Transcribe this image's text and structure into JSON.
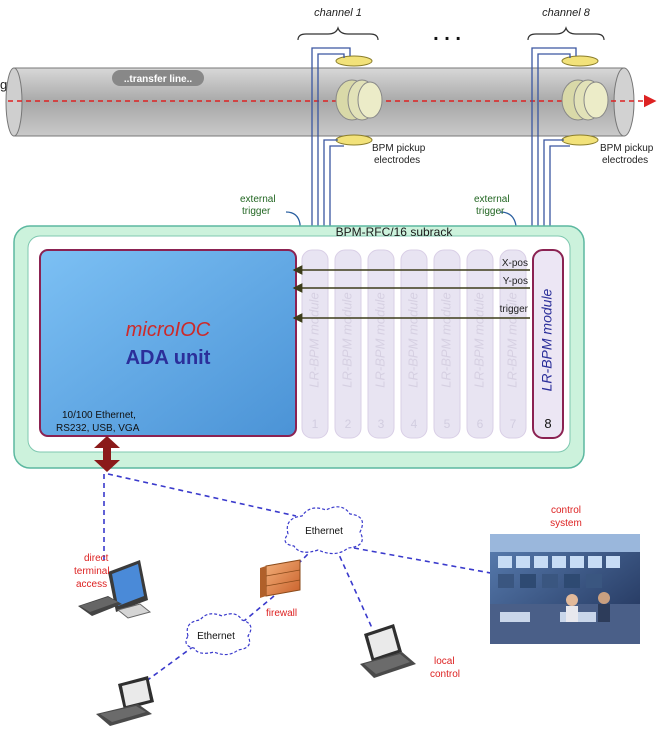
{
  "labels": {
    "channel_first": "channel 1",
    "channel_last": "channel 8",
    "ellipsis": ". . .",
    "transfer_line": "..transfer line..",
    "edge_letter": "g",
    "bpm_pickup_line1": "BPM pickup",
    "bpm_pickup_line2": "electrodes",
    "external": "external",
    "trigger": "trigger",
    "subrack": "BPM-RFC/16 subrack",
    "x_pos": "X-pos",
    "y_pos": "Y-pos",
    "trigger_signal": "trigger",
    "microioc": "microIOC",
    "ada_unit": "ADA unit",
    "ports_line1": "10/100 Ethernet,",
    "ports_line2": "RS232, USB, VGA",
    "module_label": "LR-BPM module",
    "ethernet": "Ethernet",
    "firewall": "firewall",
    "direct_line1": "direct",
    "direct_line2": "terminal",
    "direct_line3": "access",
    "control_line1": "control",
    "control_line2": "system",
    "local_line1": "local",
    "local_line2": "control"
  },
  "modules": [
    "1",
    "2",
    "3",
    "4",
    "5",
    "6",
    "7",
    "8"
  ],
  "colors": {
    "tube": "#bcbcbc",
    "subrack_fill": "#ccf2dc",
    "ada_fill": "#5fa8e6",
    "ada_border": "#8b2252",
    "module_fill": "#e8e4f2",
    "module_border": "#d9cfe6",
    "module8_border": "#8b2252",
    "beam": "#dd2222",
    "microioc_text": "#cc2a2a",
    "ada_text": "#2b2f9a",
    "network_line": "#3a3acc",
    "annotation_red": "#dd2222",
    "signal_arrow": "#3d3d1a",
    "ethernet_arrow": "#8b1a1a"
  },
  "icons": {
    "monitor": "desktop-monitor-icon",
    "laptop": "laptop-icon",
    "firewall": "firewall-icon",
    "control_photo": "control-room-photo",
    "cloud": "ethernet-cloud-icon"
  }
}
